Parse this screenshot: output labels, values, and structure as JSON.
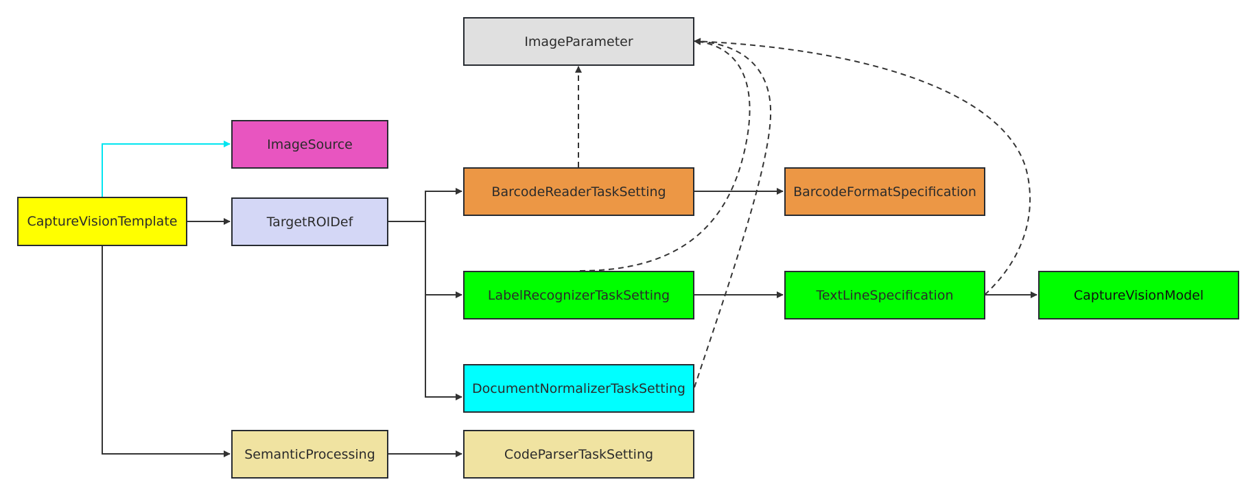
{
  "diagram": {
    "nodes": [
      {
        "id": "capture_vision_template",
        "label": "CaptureVisionTemplate",
        "color": "#FFFF00"
      },
      {
        "id": "image_source",
        "label": "ImageSource",
        "color": "#E855C0"
      },
      {
        "id": "target_roi_def",
        "label": "TargetROIDef",
        "color": "#D4D7F6"
      },
      {
        "id": "semantic_processing",
        "label": "SemanticProcessing",
        "color": "#F0E3A1"
      },
      {
        "id": "image_parameter",
        "label": "ImageParameter",
        "color": "#E0E0E0"
      },
      {
        "id": "barcode_reader_task_setting",
        "label": "BarcodeReaderTaskSetting",
        "color": "#EC9745"
      },
      {
        "id": "label_recognizer_task_setting",
        "label": "LabelRecognizerTaskSetting",
        "color": "#00FF00"
      },
      {
        "id": "document_normalizer_task_setting",
        "label": "DocumentNormalizerTaskSetting",
        "color": "#00FFFF"
      },
      {
        "id": "code_parser_task_setting",
        "label": "CodeParserTaskSetting",
        "color": "#F0E3A1"
      },
      {
        "id": "barcode_format_specification",
        "label": "BarcodeFormatSpecification",
        "color": "#EC9745"
      },
      {
        "id": "text_line_specification",
        "label": "TextLineSpecification",
        "color": "#00FF00"
      },
      {
        "id": "capture_vision_model",
        "label": "CaptureVisionModel",
        "color": "#00FF00"
      }
    ],
    "edges": [
      {
        "from": "capture_vision_template",
        "to": "image_source",
        "style": "solid",
        "color": "#00E5F0"
      },
      {
        "from": "capture_vision_template",
        "to": "target_roi_def",
        "style": "solid",
        "color": "#333333"
      },
      {
        "from": "capture_vision_template",
        "to": "semantic_processing",
        "style": "solid",
        "color": "#333333"
      },
      {
        "from": "target_roi_def",
        "to": "barcode_reader_task_setting",
        "style": "solid",
        "color": "#333333"
      },
      {
        "from": "target_roi_def",
        "to": "label_recognizer_task_setting",
        "style": "solid",
        "color": "#333333"
      },
      {
        "from": "target_roi_def",
        "to": "document_normalizer_task_setting",
        "style": "solid",
        "color": "#333333"
      },
      {
        "from": "semantic_processing",
        "to": "code_parser_task_setting",
        "style": "solid",
        "color": "#333333"
      },
      {
        "from": "barcode_reader_task_setting",
        "to": "barcode_format_specification",
        "style": "solid",
        "color": "#333333"
      },
      {
        "from": "label_recognizer_task_setting",
        "to": "text_line_specification",
        "style": "solid",
        "color": "#333333"
      },
      {
        "from": "text_line_specification",
        "to": "capture_vision_model",
        "style": "solid",
        "color": "#333333"
      },
      {
        "from": "barcode_reader_task_setting",
        "to": "image_parameter",
        "style": "dashed",
        "color": "#333333"
      },
      {
        "from": "label_recognizer_task_setting",
        "to": "image_parameter",
        "style": "dashed",
        "color": "#333333"
      },
      {
        "from": "document_normalizer_task_setting",
        "to": "image_parameter",
        "style": "dashed",
        "color": "#333333"
      },
      {
        "from": "text_line_specification",
        "to": "image_parameter",
        "style": "dashed",
        "color": "#333333"
      }
    ]
  }
}
